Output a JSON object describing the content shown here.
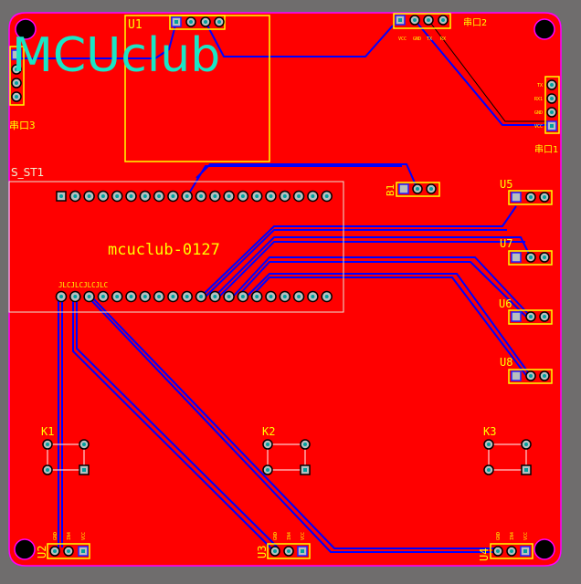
{
  "board": {
    "logo_text": "MCUclub",
    "board_id": "mcuclub-0127",
    "fab_marks": "JLCJLCJLCJLC",
    "colors": {
      "copper": "#ff0000",
      "silkscreen": "#ffff00",
      "logo": "#19e6c6",
      "trace": "#0000ff",
      "outline": "#ff00ff",
      "background": "#6f6d6d"
    }
  },
  "components": {
    "u1": "U1",
    "s_st1": "S_ST1",
    "uart3": "串口3",
    "uart2": "串口2",
    "uart1": "串口1",
    "b1": "B1",
    "u5": "U5",
    "u7": "U7",
    "u6": "U6",
    "u8": "U8",
    "k1": "K1",
    "k2": "K2",
    "k3": "K3",
    "u2": "U2",
    "u3": "U3",
    "u4": "U4"
  },
  "pin_labels": {
    "uart1": [
      "TX",
      "RX1",
      "GND",
      "VCC"
    ],
    "uart2": [
      "VCC",
      "GND",
      "TX",
      "RX"
    ],
    "bottom_sensors": [
      "GND",
      "IN4",
      "VCC"
    ]
  }
}
